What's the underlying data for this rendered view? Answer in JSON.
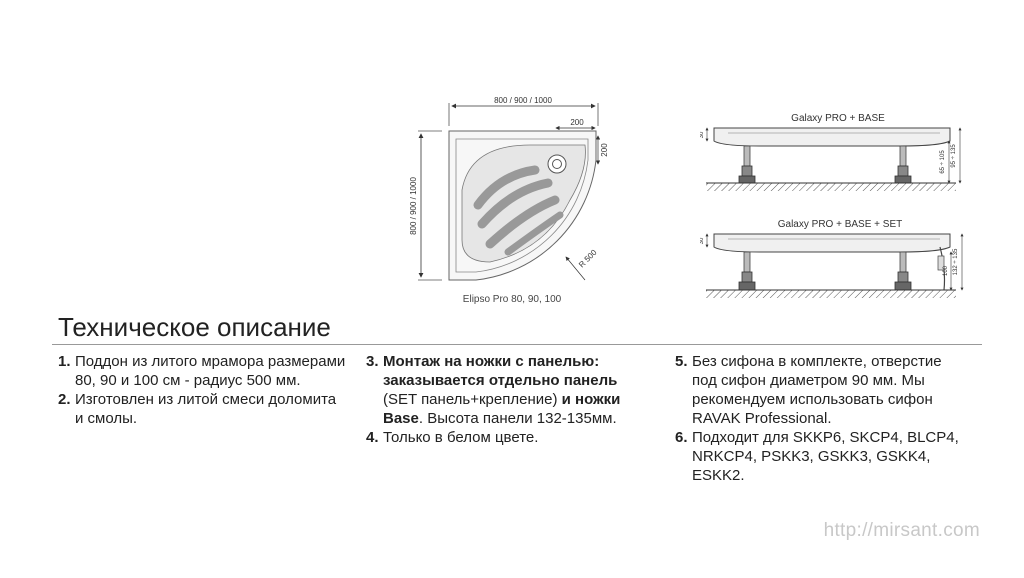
{
  "drawings": {
    "plan": {
      "dim_width": "800 / 900 / 1000",
      "dim_height": "800 / 900 / 1000",
      "dim_siphon_x": "200",
      "dim_siphon_y": "200",
      "dim_radius": "R 500",
      "caption": "Elipso Pro 80, 90, 100"
    },
    "side_base": {
      "title": "Galaxy PRO + BASE",
      "dim_thickness": "30",
      "dim_legs_short": "65 ÷ 105",
      "dim_legs_total": "95 ÷ 135"
    },
    "side_set": {
      "title": "Galaxy PRO + BASE + SET",
      "dim_thickness": "30",
      "dim_legs_short": "100",
      "dim_legs_total": "132 ÷ 135"
    }
  },
  "section_title": "Техническое описание",
  "columns": [
    [
      {
        "num": "1.",
        "parts": [
          {
            "t": "Поддон из литого мрамора размерами 80, 90 и 100 см - радиус 500 мм.",
            "b": false
          }
        ]
      },
      {
        "num": "2.",
        "parts": [
          {
            "t": "Изготовлен из литой смеси доломита и смолы.",
            "b": false
          }
        ]
      }
    ],
    [
      {
        "num": "3.",
        "parts": [
          {
            "t": "Монтаж на ножки с панелью: заказывается отдельно панель",
            "b": true
          },
          {
            "t": " (SET панель+крепление) ",
            "b": false
          },
          {
            "t": "и ножки Base",
            "b": true
          },
          {
            "t": ". Высота панели 132-135мм.",
            "b": false
          }
        ]
      },
      {
        "num": "4.",
        "parts": [
          {
            "t": "Только в белом цвете.",
            "b": false
          }
        ]
      }
    ],
    [
      {
        "num": "5.",
        "parts": [
          {
            "t": "Без сифона в комплекте, отверстие под сифон диаметром 90 мм. Мы рекомендуем использовать сифон RAVAK Professional.",
            "b": false
          }
        ]
      },
      {
        "num": "6.",
        "parts": [
          {
            "t": "Подходит для SKKP6, SKCP4, BLCP4, NRKCP4, PSKK3, GSKK3, GSKK4, ESKK2.",
            "b": false
          }
        ]
      }
    ]
  ],
  "watermark": "http://mirsant.com"
}
